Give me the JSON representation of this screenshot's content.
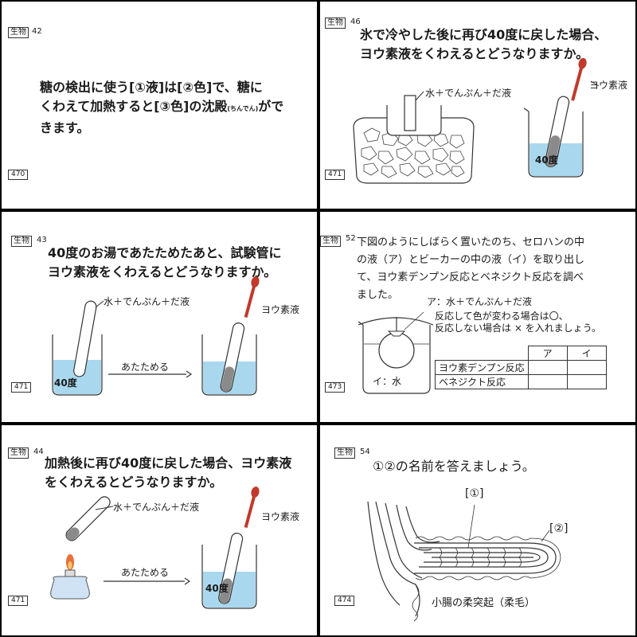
{
  "cards": [
    {
      "tag": "生物",
      "number": "42",
      "question_main": "糖の検出に使う[①液]は[②色]で、糖に\nくわえて加熱すると[③色]の沈殿",
      "question_ruby": "(ちんでん)",
      "question_tail": "がで\nきます。",
      "code": "470"
    },
    {
      "tag": "生物",
      "number": "46",
      "question": "氷で冷やした後に再び40度に戻した場合、\nヨウ素液をくわえるとどうなりますか。",
      "label_tube": "水＋でんぷん＋だ液",
      "label_reagent": "ヨウ素液",
      "label_temp": "40度",
      "code": "471"
    },
    {
      "tag": "生物",
      "number": "43",
      "question": "40度のお湯であたためたあと、試験管に\nヨウ素液をくわえるとどうなりますか。",
      "label_tube": "水＋でんぷん＋だ液",
      "label_reagent": "ヨウ素液",
      "label_temp": "40度",
      "label_arrow": "あたためる",
      "code": "471"
    },
    {
      "tag": "生物",
      "number": "52",
      "question": "下図のようにしばらく置いたのち、セロハンの中\nの液（ア）とビーカーの中の液（イ）を取り出し\nて、ヨウ素デンプン反応とベネジクト反応を調べ\nました。",
      "label_a": "ア：水＋でんぷん＋だ液",
      "label_b": "イ：水",
      "instruction": "反応して色が変わる場合は〇、\n反応しない場合は × を入れましょう。",
      "table_headers": [
        "ア",
        "イ"
      ],
      "table_rows": [
        "ヨウ素デンプン反応",
        "ベネジクト反応"
      ],
      "code": "473"
    },
    {
      "tag": "生物",
      "number": "44",
      "question": "加熱後に再び40度に戻した場合、ヨウ素液\nをくわえるとどうなりますか。",
      "label_tube": "水＋でんぷん＋だ液",
      "label_reagent": "ヨウ素液",
      "label_temp": "40度",
      "label_arrow": "あたためる",
      "code": "471"
    },
    {
      "tag": "生物",
      "number": "54",
      "question": "①②の名前を答えましょう。",
      "label_1": "[①]",
      "label_2": "[②]",
      "caption": "小腸の柔突起（柔毛）",
      "code": "474"
    }
  ],
  "colors": {
    "water": "#a9d8ee",
    "liquid_dark": "#8a8a8a",
    "dropper_red": "#c0392b",
    "intestine": "#333333"
  }
}
